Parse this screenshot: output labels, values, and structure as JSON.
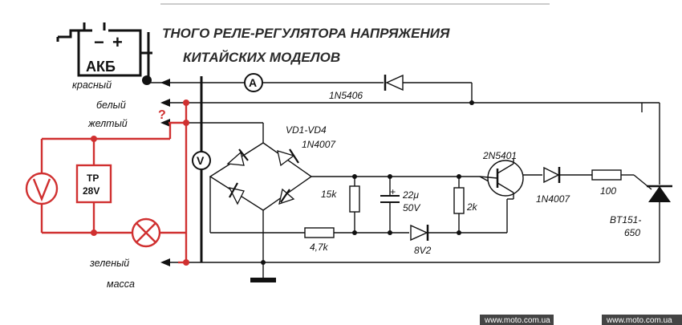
{
  "title": {
    "line1": "ТНОГО РЕЛЕ-РЕГУЛЯТОРА НАПРЯЖЕНИЯ",
    "line2": "КИТАЙСКИХ МОДЕЛОВ"
  },
  "battery": {
    "label": "АКБ",
    "minus": "−",
    "plus": "+"
  },
  "wires": {
    "red": "красный",
    "white": "белый",
    "yellow": "желтый",
    "green": "зеленый",
    "ground": "масса",
    "unknown": "?"
  },
  "meters": {
    "ammeter": "A",
    "voltmeter": "V"
  },
  "components": {
    "diode_top": "1N5406",
    "bridge_name": "VD1-VD4",
    "bridge_part": "1N4007",
    "transistor": "2N5401",
    "r_15k": "15k",
    "cap_plus": "+",
    "cap_val": "22μ",
    "cap_volt": "50V",
    "r_2k": "2k",
    "r_47k": "4,7k",
    "zener": "8V2",
    "diode_out": "1N4007",
    "r_100": "100",
    "thyristor_1": "BT151-",
    "thyristor_2": "650",
    "tr_line1": "TP",
    "tr_line2": "28V"
  },
  "watermarks": [
    "www.moto.com.ua",
    "www.moto.com.ua"
  ],
  "colors": {
    "wire": "#111111",
    "test_circuit": "#d03030",
    "title": "#2a2a2a"
  }
}
